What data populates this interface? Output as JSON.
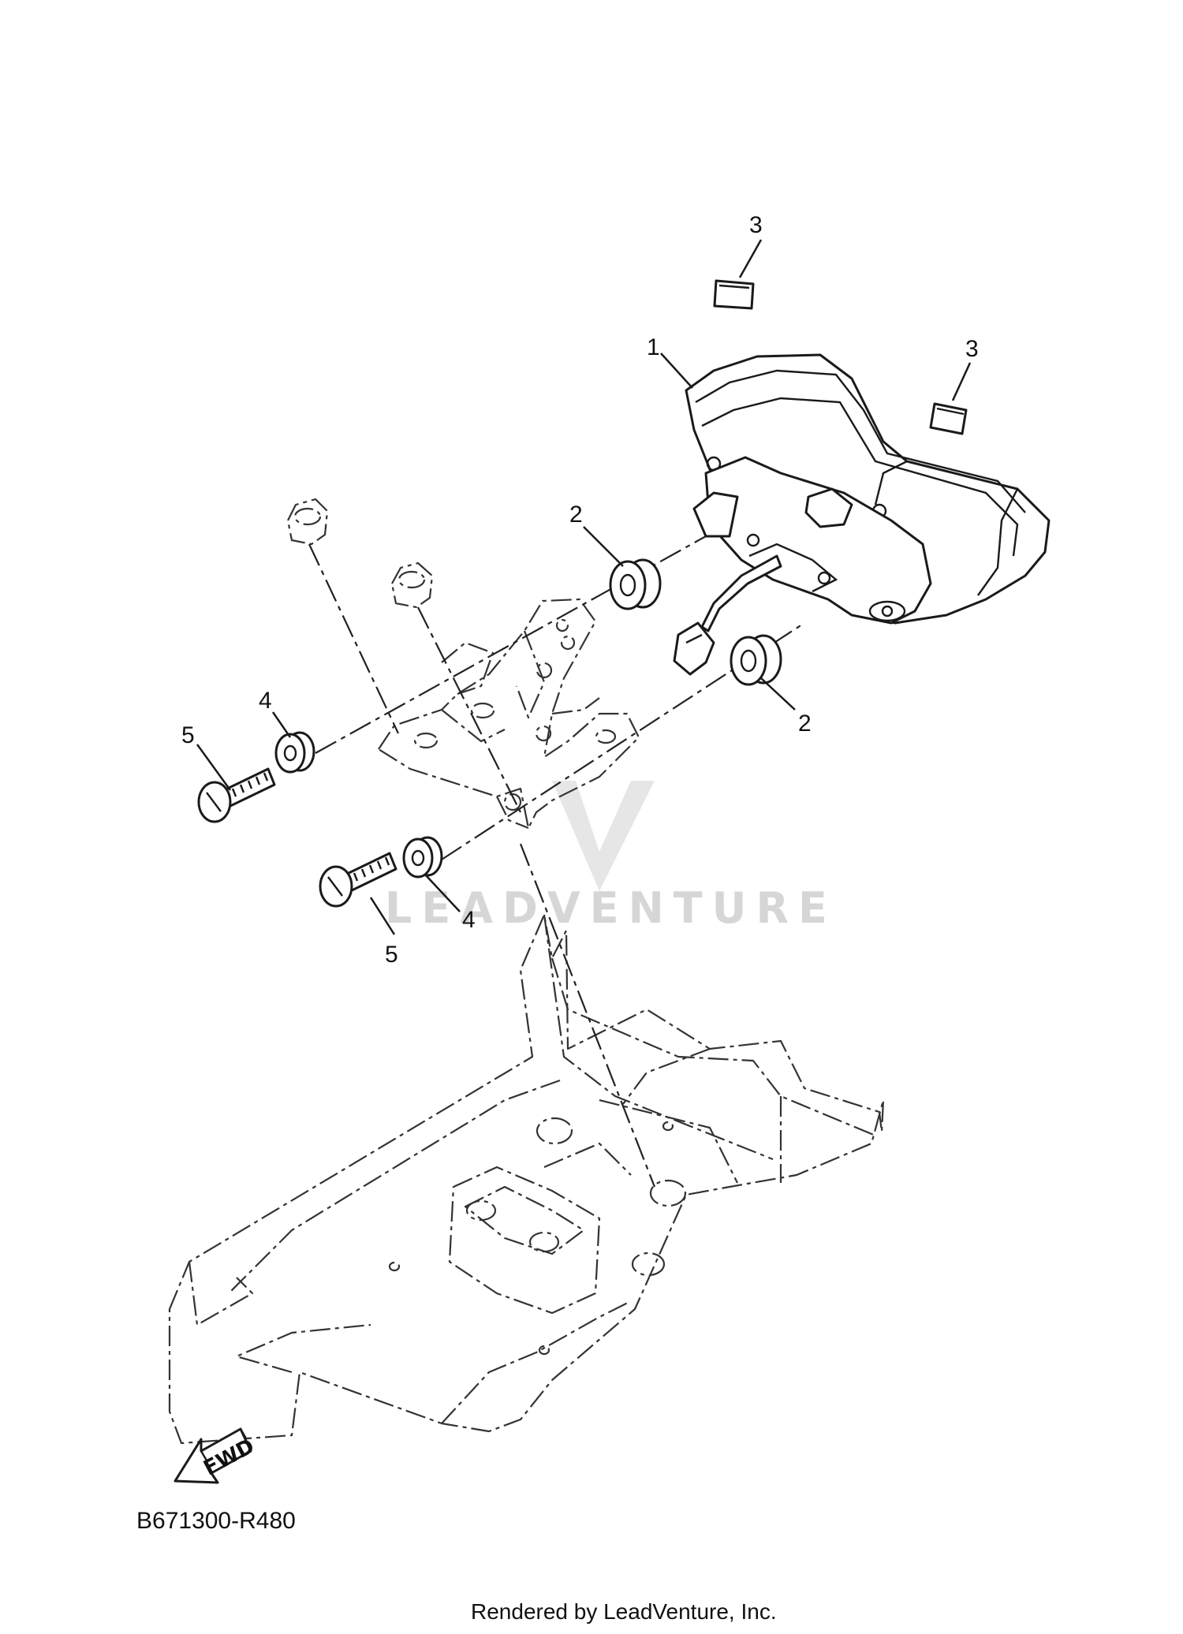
{
  "diagram": {
    "callouts": [
      {
        "label": "1"
      },
      {
        "label": "2"
      },
      {
        "label": "2"
      },
      {
        "label": "3"
      },
      {
        "label": "3"
      },
      {
        "label": "4"
      },
      {
        "label": "4"
      },
      {
        "label": "5"
      },
      {
        "label": "5"
      }
    ],
    "forward_arrow_label": "FWD",
    "diagram_code": "B671300-R480",
    "watermark": "LEADVENTURE",
    "footer": "Rendered by LeadVenture, Inc."
  }
}
